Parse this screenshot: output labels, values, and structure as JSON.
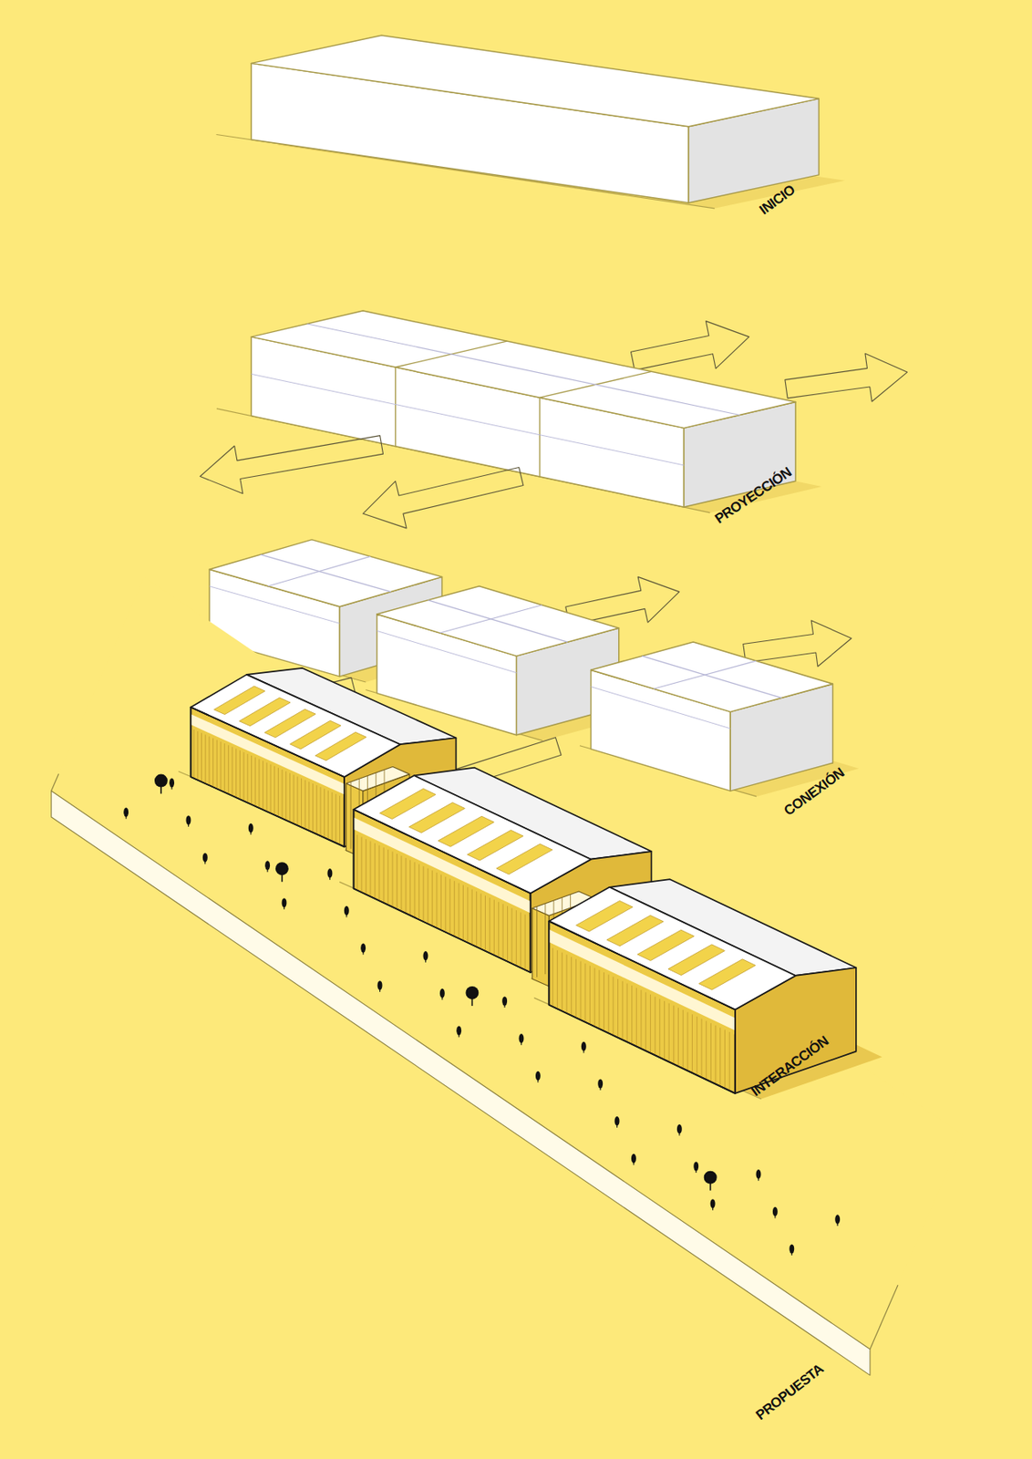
{
  "diagram": {
    "labels": [
      "INICIO",
      "PROYECCIÓN",
      "CONEXIÓN",
      "INTERACCIÓN",
      "PROPUESTA"
    ]
  }
}
